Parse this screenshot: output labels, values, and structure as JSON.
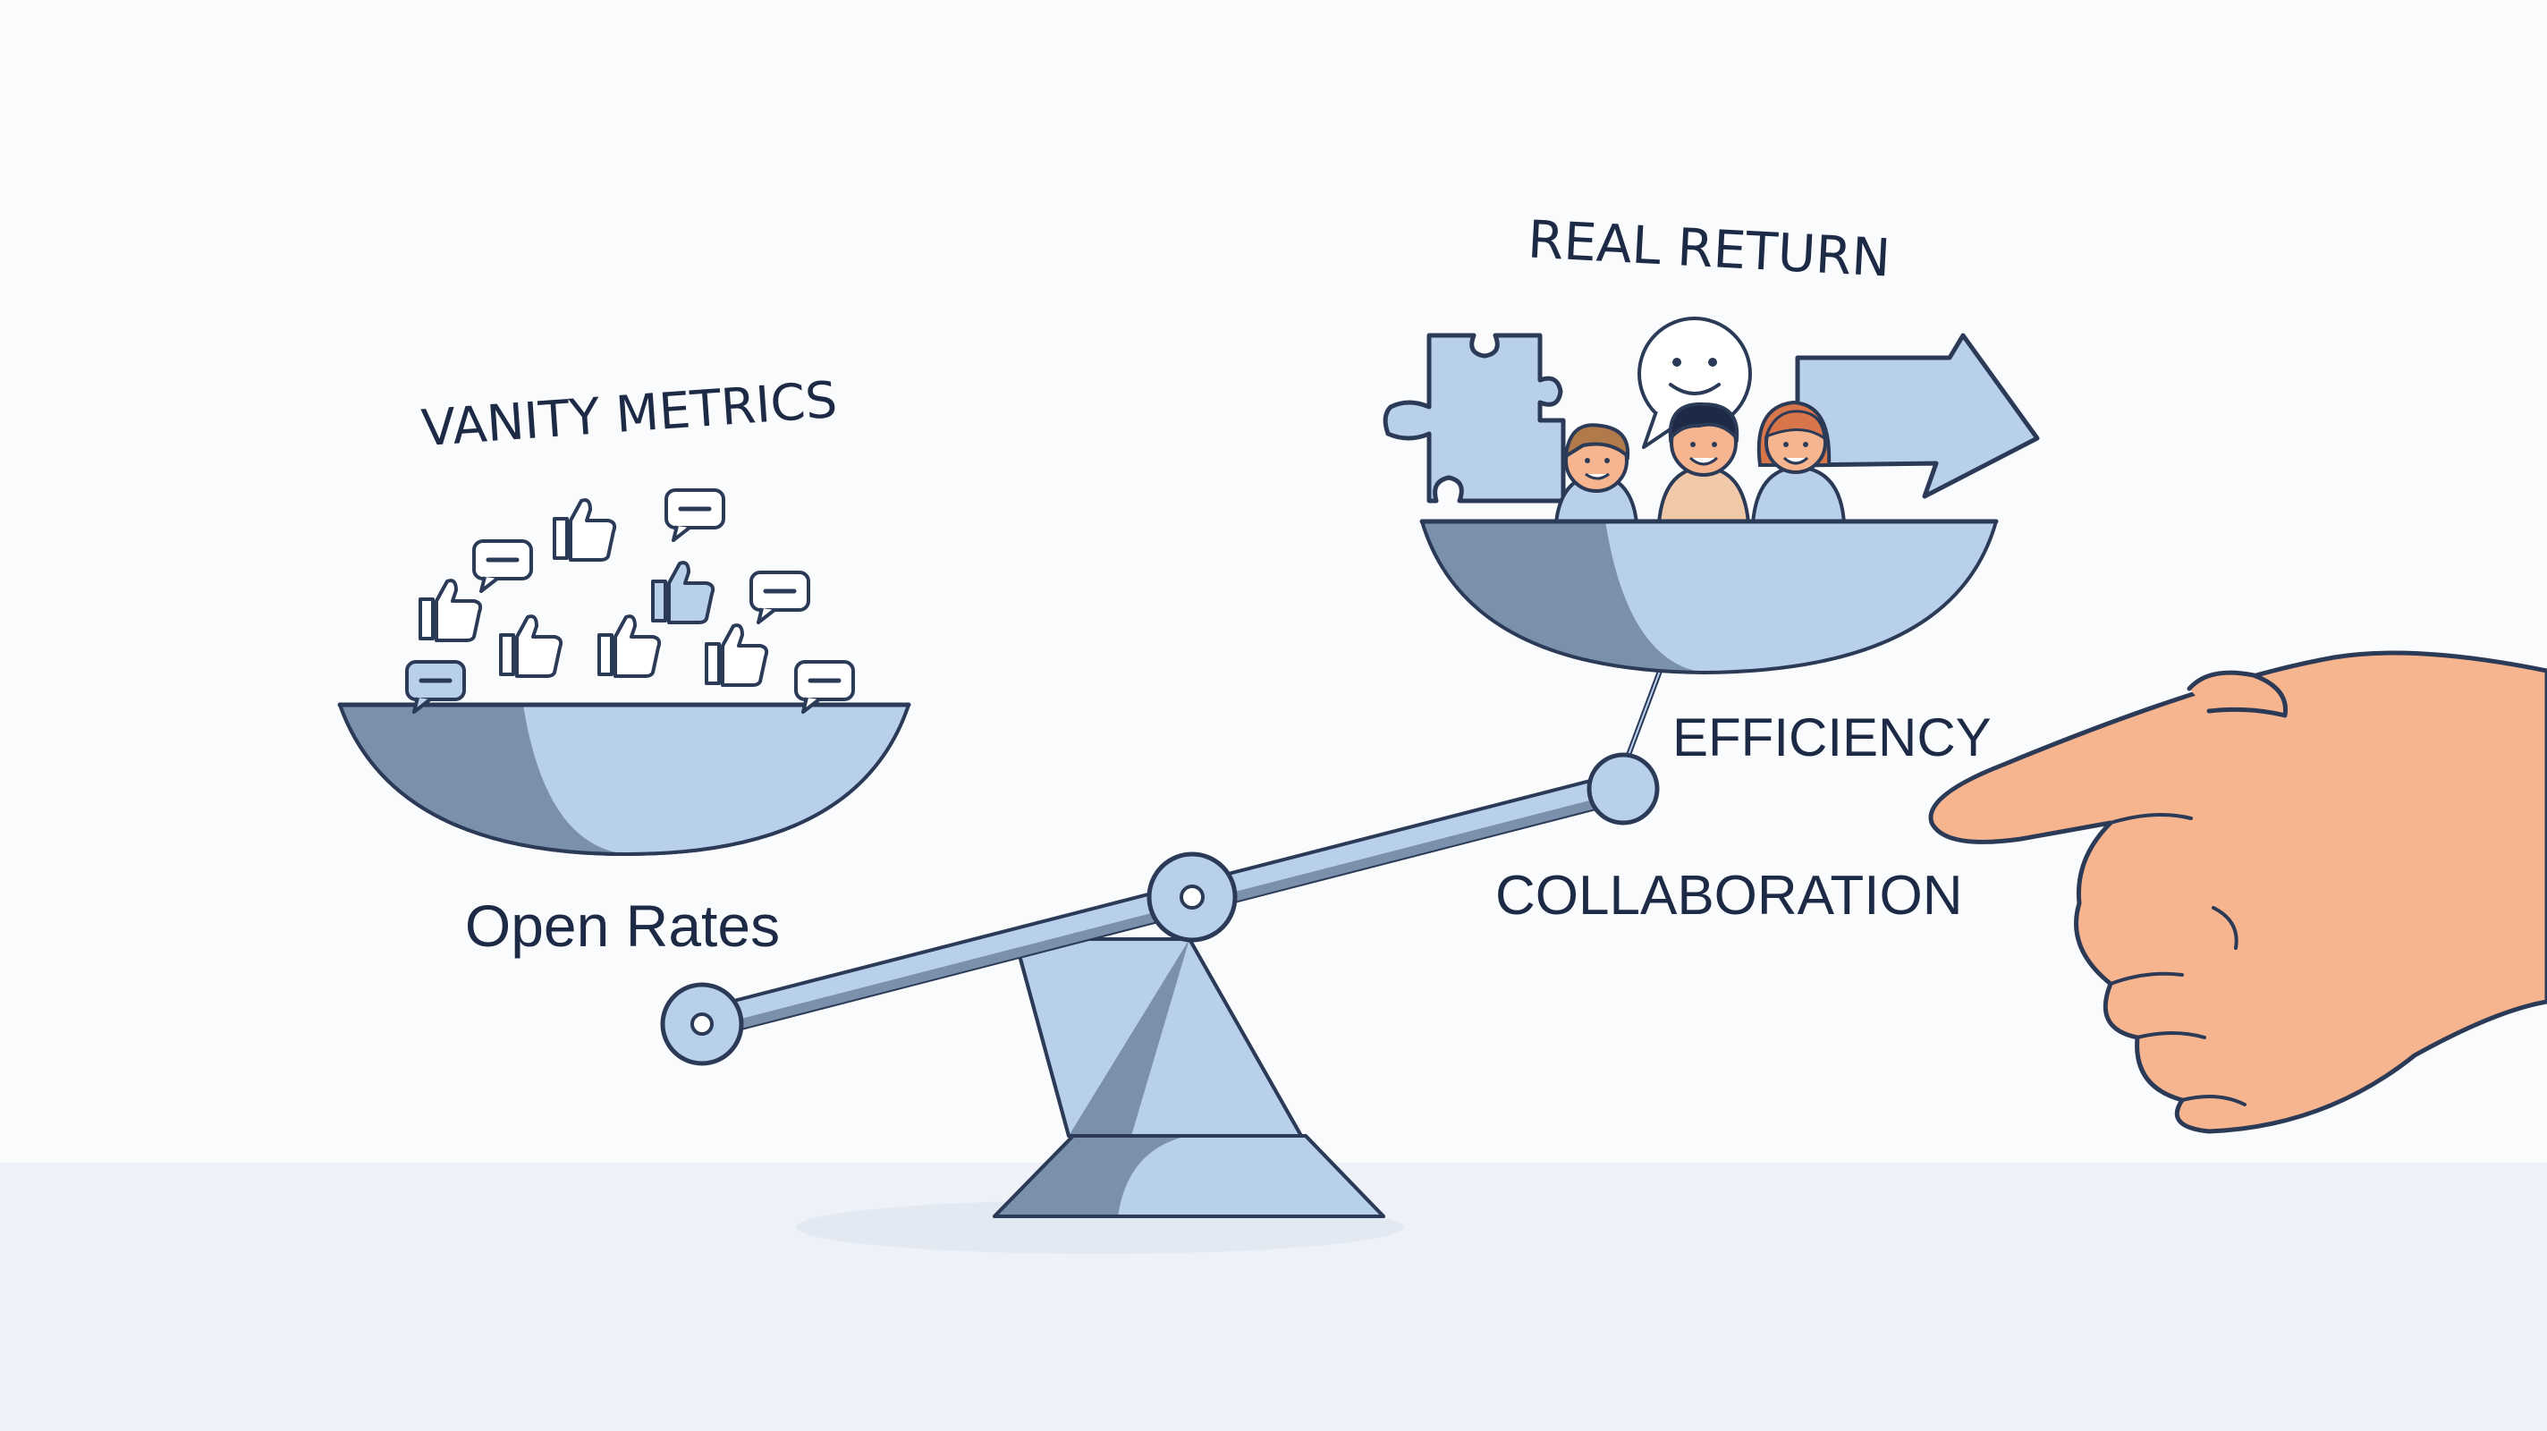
{
  "labels": {
    "vanity_title": "VANITY METRICS",
    "vanity_item": "Open Rates",
    "real_title": "REAL RETURN",
    "real_item_1": "EFFICIENCY",
    "real_item_2": "COLLABORATION"
  },
  "colors": {
    "background": "#fafbfc",
    "ink": "#2b3a57",
    "bowl_light": "#b9d0ec",
    "bowl_shadow": "#7a90ab",
    "skin": "#f6b48f",
    "floor": "#edf1f7"
  },
  "icons": [
    "thumbs-up-icon",
    "comment-bubble-icon",
    "puzzle-piece-icon",
    "smiley-speech-bubble-icon",
    "arrow-right-icon",
    "team-people-icon",
    "pointing-hand-icon"
  ]
}
